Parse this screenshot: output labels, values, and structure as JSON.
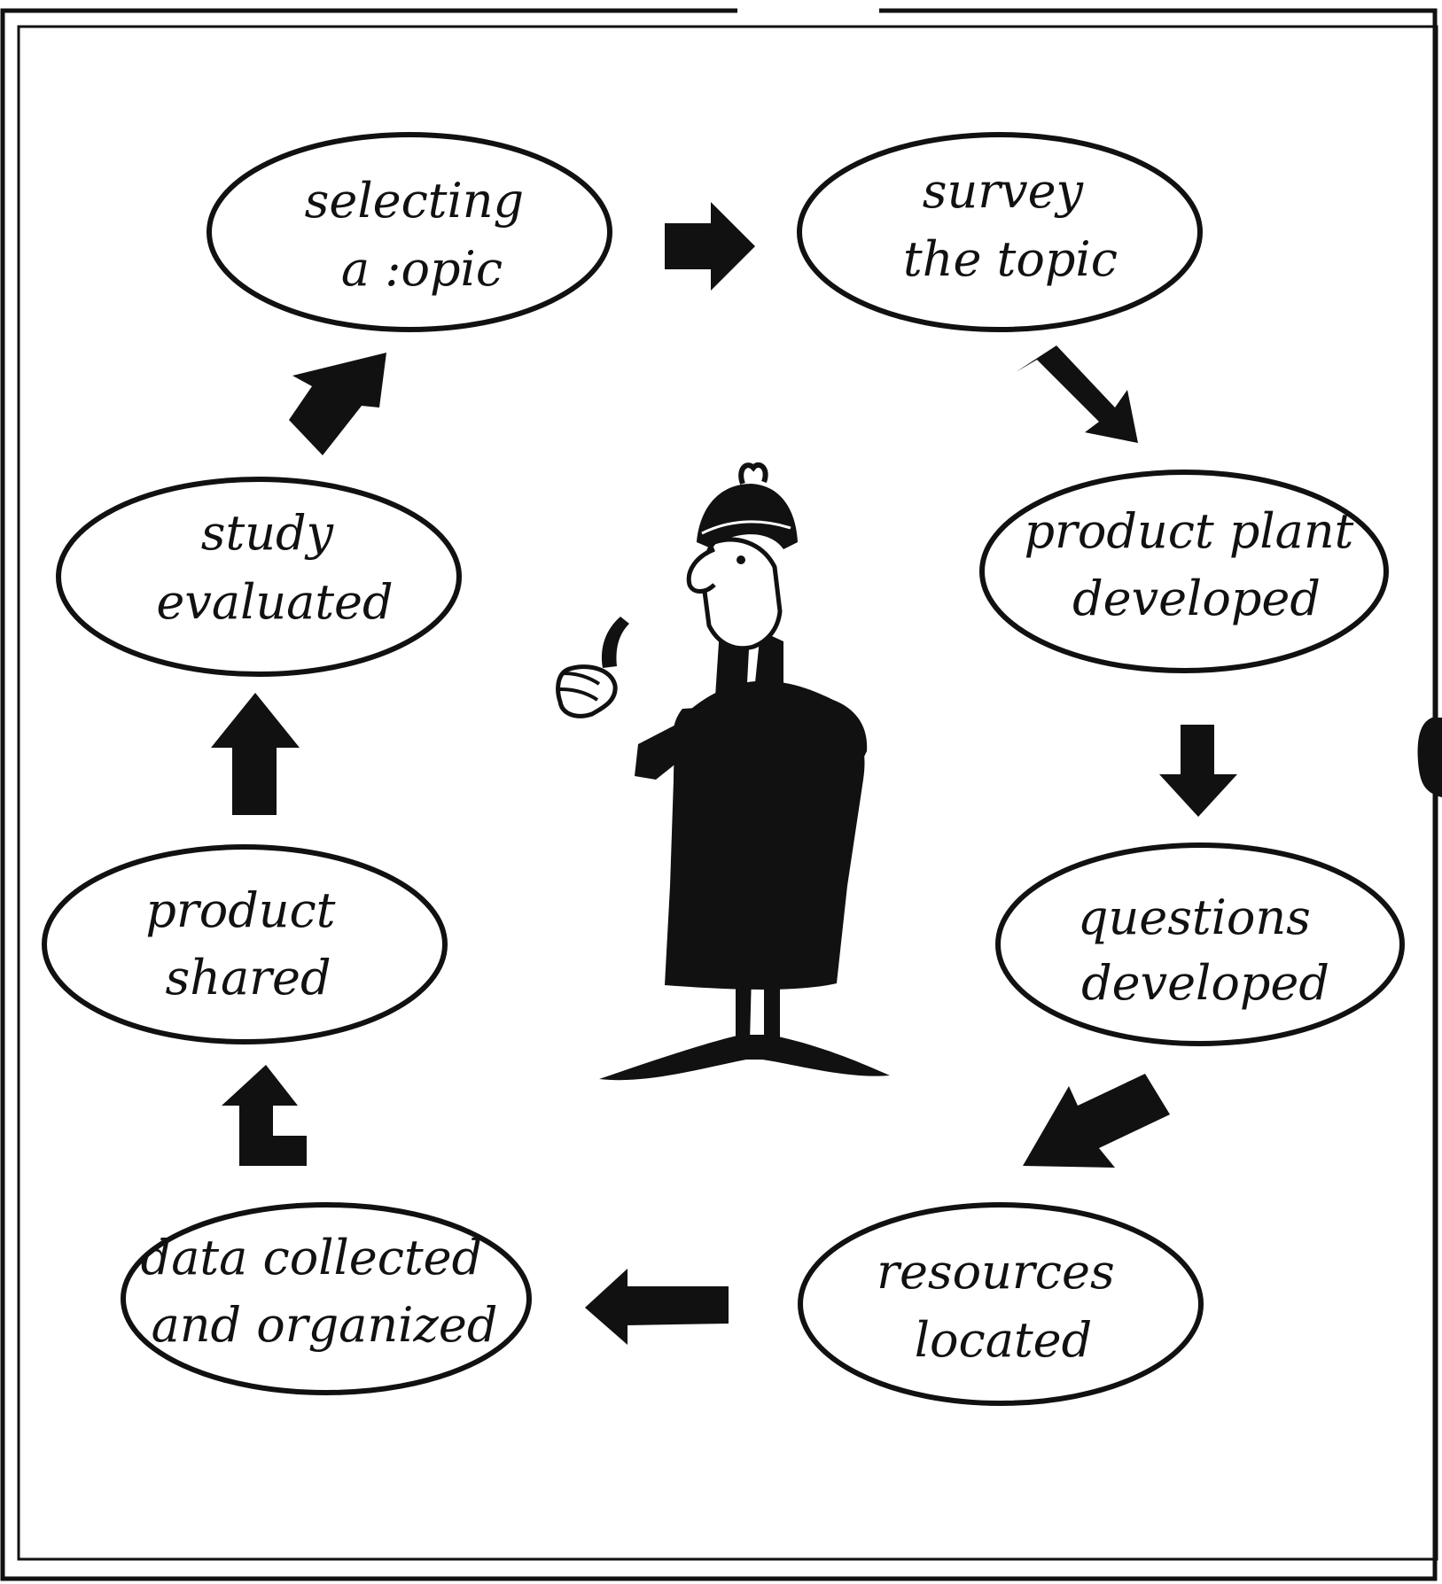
{
  "diagram": {
    "type": "cycle",
    "nodes": [
      {
        "id": "selecting-topic",
        "lines": [
          "selecting",
          "a :opic"
        ]
      },
      {
        "id": "survey-topic",
        "lines": [
          "survey",
          "the topic"
        ]
      },
      {
        "id": "product-plant",
        "lines": [
          "product plant",
          "developed"
        ]
      },
      {
        "id": "questions",
        "lines": [
          "questions",
          "developed"
        ]
      },
      {
        "id": "resources",
        "lines": [
          "resources",
          "located"
        ]
      },
      {
        "id": "data-collected",
        "lines": [
          "data collected",
          "and organized"
        ]
      },
      {
        "id": "product-shared",
        "lines": [
          "product",
          "shared"
        ]
      },
      {
        "id": "study-evaluated",
        "lines": [
          "study",
          "evaluated"
        ]
      }
    ],
    "flow": [
      [
        "selecting-topic",
        "survey-topic"
      ],
      [
        "survey-topic",
        "product-plant"
      ],
      [
        "product-plant",
        "questions"
      ],
      [
        "questions",
        "resources"
      ],
      [
        "resources",
        "data-collected"
      ],
      [
        "data-collected",
        "product-shared"
      ],
      [
        "product-shared",
        "study-evaluated"
      ],
      [
        "study-evaluated",
        "selecting-topic"
      ]
    ],
    "illustration": "detective-with-pipe",
    "colors": {
      "ink": "#111111",
      "paper": "#ffffff"
    }
  }
}
